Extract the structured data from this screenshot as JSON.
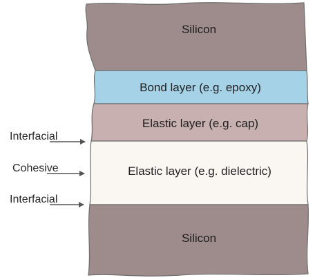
{
  "layers": [
    {
      "label": "Silicon",
      "color": "#9e8b8b"
    },
    {
      "label": "Bond layer (e.g. epoxy)",
      "color": "#a6d2e8"
    },
    {
      "label": "Elastic layer (e.g. cap)",
      "color": "#c8b0b0"
    },
    {
      "label": "Elastic layer (e.g. dielectric)",
      "color": "#faf6f1"
    },
    {
      "label": "Silicon",
      "color": "#9e8b8b"
    }
  ],
  "failure_labels": [
    {
      "text": "Interfacial"
    },
    {
      "text": "Cohesive"
    },
    {
      "text": "Interfacial"
    }
  ],
  "colors": {
    "outline": "#6e6e6e",
    "arrow": "#555555"
  }
}
